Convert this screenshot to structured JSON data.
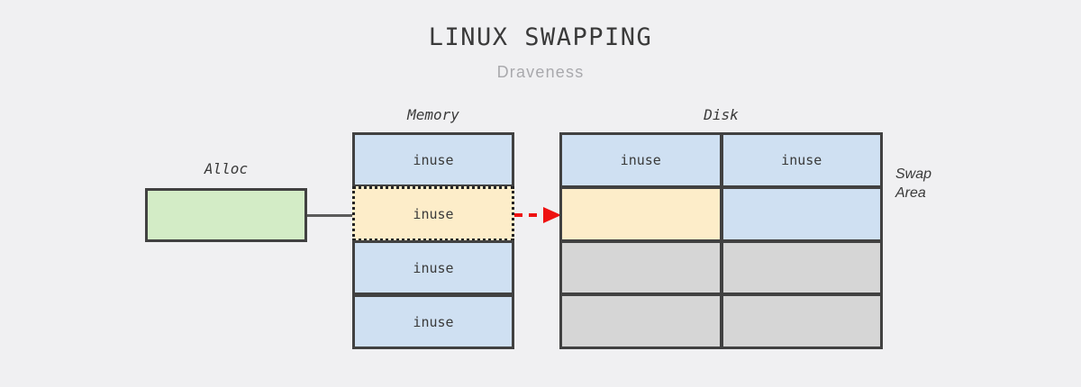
{
  "header": {
    "title": "LINUX SWAPPING",
    "subtitle": "Draveness"
  },
  "colors": {
    "background": "#f0f0f2",
    "stroke": "#414141",
    "in_use_blue": "#cfe0f2",
    "swapping_yellow": "#fdedc9",
    "alloc_green": "#d3ecc6",
    "free_gray": "#d6d6d6",
    "arrow_red": "#ee1111",
    "title_text": "#3a3a3a",
    "subtitle_text": "#a9a9ad"
  },
  "alloc": {
    "label": "Alloc",
    "fill": "green",
    "text": ""
  },
  "memory": {
    "label": "Memory",
    "cells": [
      {
        "text": "inuse",
        "fill": "blue",
        "border": "solid"
      },
      {
        "text": "inuse",
        "fill": "yellow",
        "border": "dotted"
      },
      {
        "text": "inuse",
        "fill": "blue",
        "border": "solid"
      },
      {
        "text": "inuse",
        "fill": "blue",
        "border": "solid"
      }
    ]
  },
  "disk": {
    "label": "Disk",
    "side_label_line1": "Swap",
    "side_label_line2": "Area",
    "columns": 2,
    "rows": 4,
    "cells": [
      {
        "text": "inuse",
        "fill": "blue"
      },
      {
        "text": "inuse",
        "fill": "blue"
      },
      {
        "text": "",
        "fill": "yellow"
      },
      {
        "text": "",
        "fill": "blue"
      },
      {
        "text": "",
        "fill": "gray"
      },
      {
        "text": "",
        "fill": "gray"
      },
      {
        "text": "",
        "fill": "gray"
      },
      {
        "text": "",
        "fill": "gray"
      }
    ]
  },
  "arrow": {
    "name": "swap-out-arrow",
    "style": "dashed",
    "color": "#ee1111",
    "direction": "right"
  }
}
